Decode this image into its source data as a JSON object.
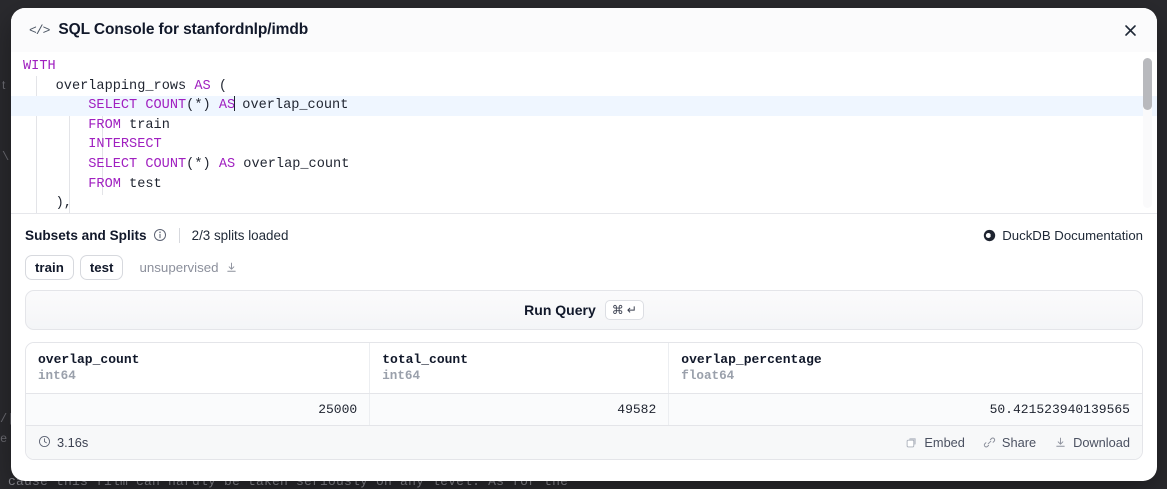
{
  "background": {
    "review_text": "cause this film can hardly be taken seriously on any level. As for the",
    "fragment_left_1": "\\",
    "fragment_left_2": "t",
    "fragment_left_3": "/|",
    "fragment_left_4": "e"
  },
  "header": {
    "icon": "code-brackets-icon",
    "title": "SQL Console for stanfordnlp/imdb",
    "close_icon": "close-icon"
  },
  "editor": {
    "lines": [
      {
        "indent": 0,
        "tokens": [
          {
            "t": "WITH",
            "k": true
          }
        ],
        "active": false
      },
      {
        "indent": 1,
        "tokens": [
          {
            "t": "overlapping_rows ",
            "k": false
          },
          {
            "t": "AS",
            "k": true
          },
          {
            "t": " (",
            "k": false
          }
        ],
        "active": false
      },
      {
        "indent": 2,
        "tokens": [
          {
            "t": "SELECT COUNT",
            "k": true
          },
          {
            "t": "(*) ",
            "k": false
          },
          {
            "t": "AS",
            "k": true
          },
          {
            "t": "|",
            "k": false
          },
          {
            "t": " overlap_count",
            "k": false
          }
        ],
        "active": true
      },
      {
        "indent": 2,
        "tokens": [
          {
            "t": "FROM",
            "k": true
          },
          {
            "t": " train",
            "k": false
          }
        ],
        "active": false
      },
      {
        "indent": 2,
        "tokens": [
          {
            "t": "INTERSECT",
            "k": true
          }
        ],
        "active": false
      },
      {
        "indent": 2,
        "tokens": [
          {
            "t": "SELECT COUNT",
            "k": true
          },
          {
            "t": "(*) ",
            "k": false
          },
          {
            "t": "AS",
            "k": true
          },
          {
            "t": " overlap_count",
            "k": false
          }
        ],
        "active": false
      },
      {
        "indent": 2,
        "tokens": [
          {
            "t": "FROM",
            "k": true
          },
          {
            "t": " test",
            "k": false
          }
        ],
        "active": false
      },
      {
        "indent": 1,
        "tokens": [
          {
            "t": "),",
            "k": false
          }
        ],
        "active": false
      }
    ],
    "scrollbar": "vertical-scrollbar"
  },
  "splits": {
    "title": "Subsets and Splits",
    "info_icon": "info-icon",
    "loaded_label": "2/3 splits loaded",
    "docs_link": "DuckDB Documentation",
    "docs_icon": "duckdb-icon",
    "chips": [
      {
        "label": "train",
        "muted": false,
        "download": false
      },
      {
        "label": "test",
        "muted": false,
        "download": false
      },
      {
        "label": "unsupervised",
        "muted": true,
        "download": true
      }
    ]
  },
  "run": {
    "label": "Run Query",
    "shortcut_cmd": "⌘",
    "shortcut_enter": "↵"
  },
  "results": {
    "columns": [
      {
        "name": "overlap_count",
        "type": "int64"
      },
      {
        "name": "total_count",
        "type": "int64"
      },
      {
        "name": "overlap_percentage",
        "type": "float64"
      }
    ],
    "rows": [
      [
        "25000",
        "49582",
        "50.421523940139565"
      ]
    ],
    "footer": {
      "timing_icon": "clock-icon",
      "timing": "3.16s",
      "actions": [
        {
          "label": "Embed",
          "icon": "embed-icon"
        },
        {
          "label": "Share",
          "icon": "link-icon"
        },
        {
          "label": "Download",
          "icon": "download-icon"
        }
      ]
    }
  },
  "colors": {
    "keyword": "#a020c0",
    "active_line": "#eff6ff",
    "panel": "#ffffff",
    "border": "#e4e5e9"
  }
}
